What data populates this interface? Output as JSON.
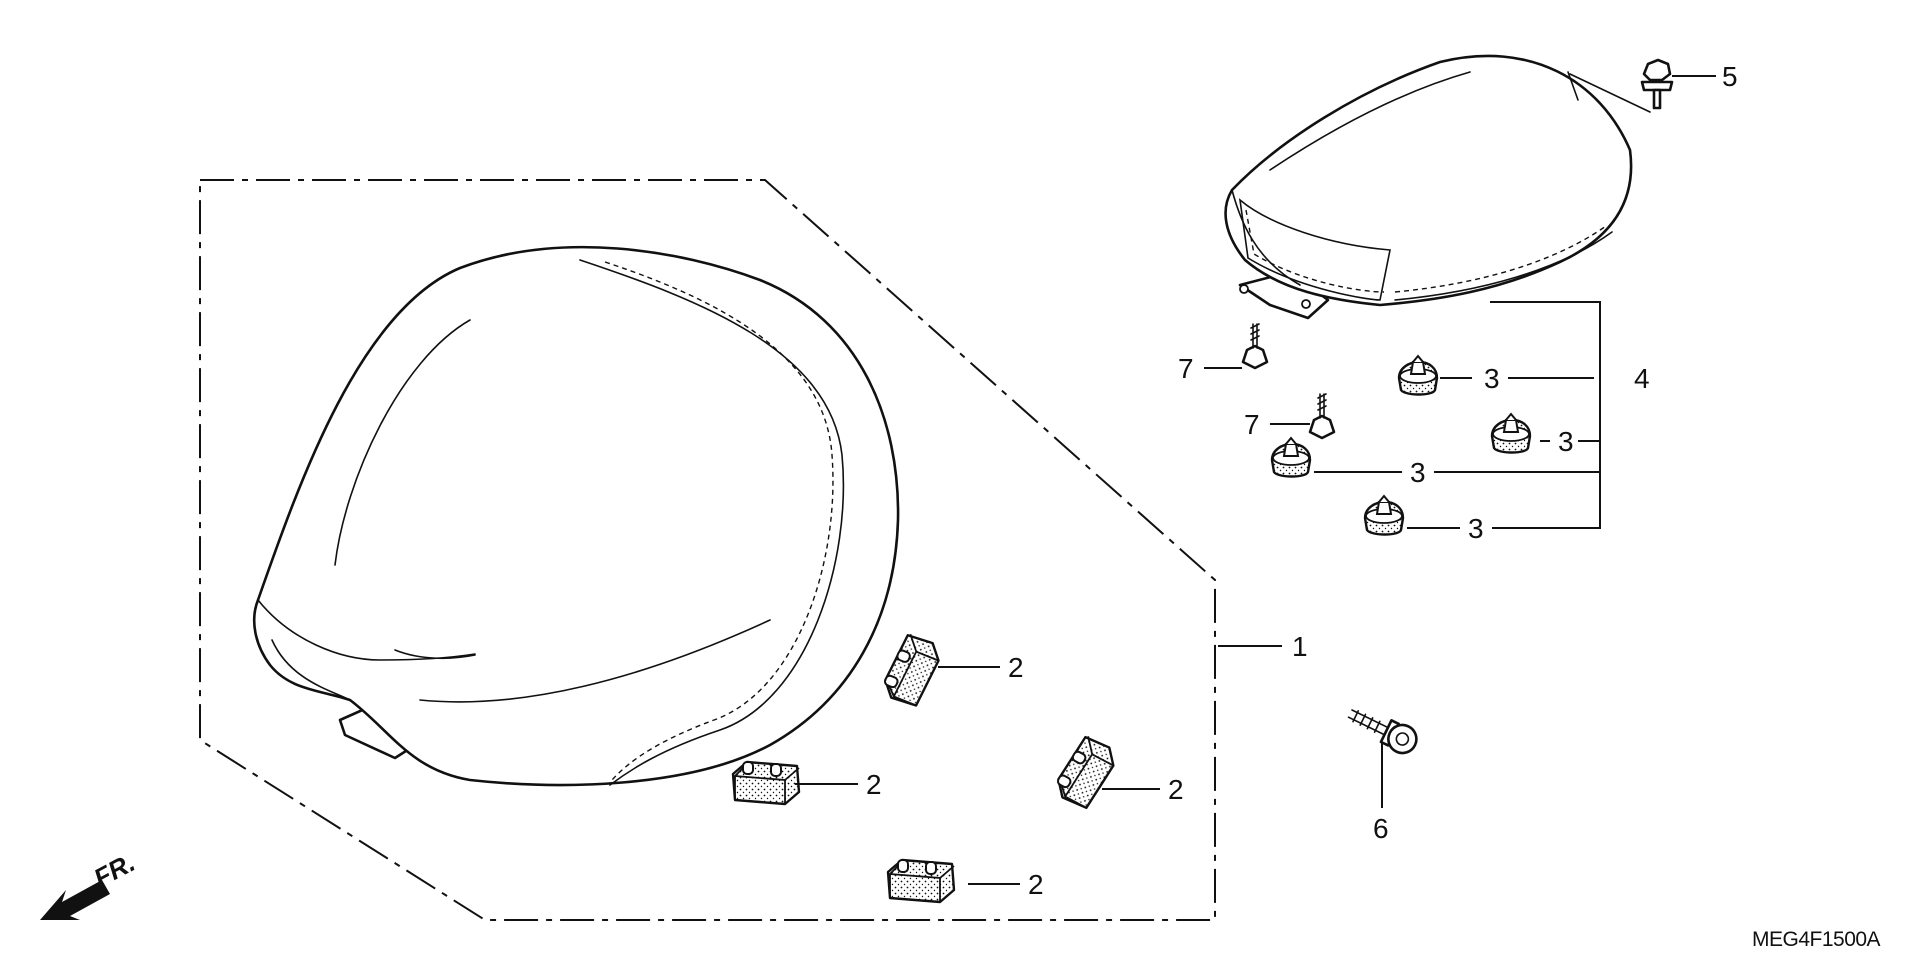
{
  "diagram": {
    "code": "MEG4F1500A",
    "front_label": "FR.",
    "callouts": {
      "seat": "1",
      "pad_a": "2",
      "pad_b": "2",
      "pad_c": "2",
      "pad_d": "2",
      "rubber_a": "3",
      "rubber_b": "3",
      "rubber_c": "3",
      "rubber_d": "3",
      "pillion": "4",
      "bolt_top": "5",
      "bolt_bottom": "6",
      "screw_a": "7",
      "screw_b": "7"
    }
  }
}
